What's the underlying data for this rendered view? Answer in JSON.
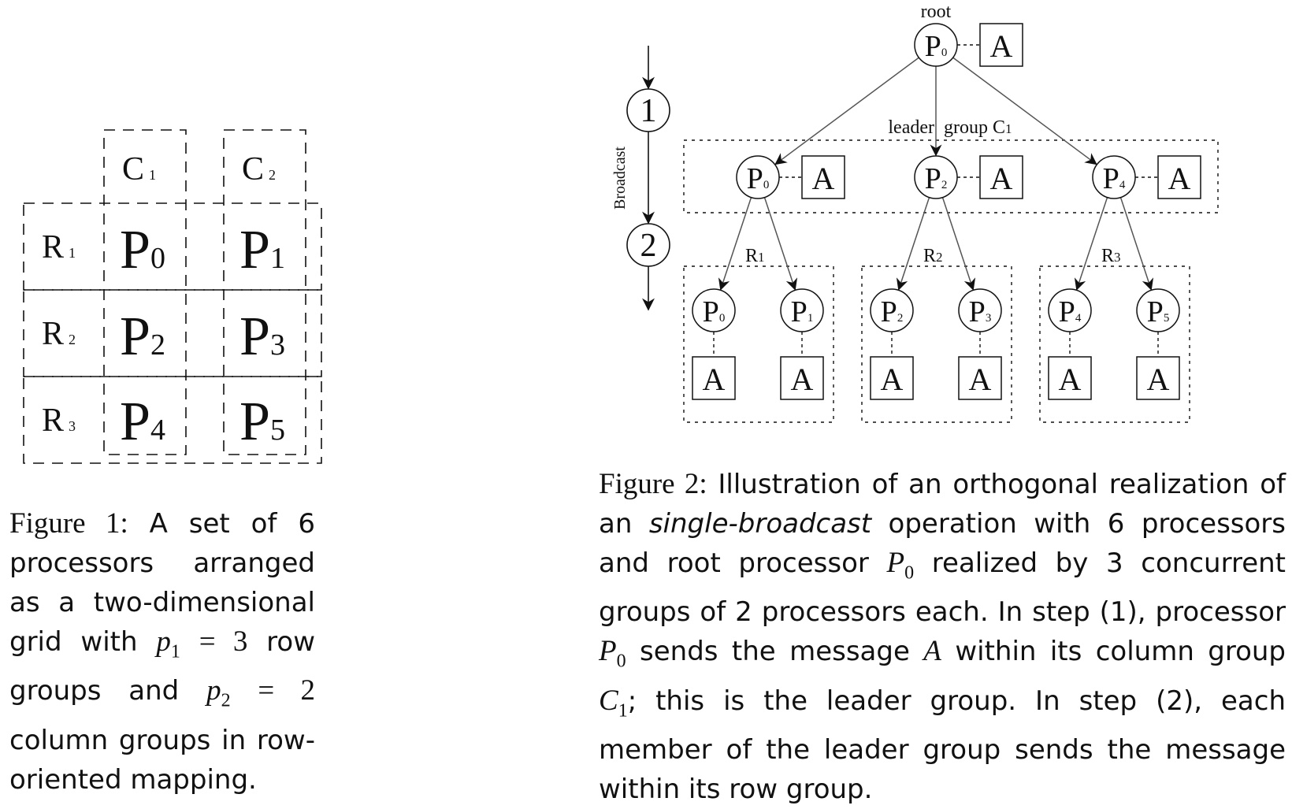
{
  "fig1": {
    "columns": [
      "C",
      "C"
    ],
    "column_subs": [
      "1",
      "2"
    ],
    "rows": [
      "R",
      "R",
      "R"
    ],
    "row_subs": [
      "1",
      "2",
      "3"
    ],
    "cells": [
      "P",
      "P",
      "P",
      "P",
      "P",
      "P"
    ],
    "cell_subs": [
      "0",
      "1",
      "2",
      "3",
      "4",
      "5"
    ],
    "caption": {
      "label": "Figure 1:",
      "t1": "A set of 6 processors arranged as a two-dimensional grid with",
      "m1": "p",
      "m1sub": "1",
      "eq1": "= 3",
      "t2": "row groups and",
      "m2": "p",
      "m2sub": "2",
      "eq2": "= 2",
      "t3": "column groups in row-oriented mapping."
    }
  },
  "fig2": {
    "root_label": "root",
    "root": {
      "name": "P",
      "sub": "0",
      "msg": "A"
    },
    "step1": "1",
    "step2": "2",
    "axis_label": "Broadcast",
    "leader_label": "leader",
    "group_label": "group C",
    "group_sub": "1",
    "leaders": [
      {
        "name": "P",
        "sub": "0",
        "msg": "A"
      },
      {
        "name": "P",
        "sub": "2",
        "msg": "A"
      },
      {
        "name": "P",
        "sub": "4",
        "msg": "A"
      }
    ],
    "row_groups": [
      {
        "label": "R",
        "sub": "1"
      },
      {
        "label": "R",
        "sub": "2"
      },
      {
        "label": "R",
        "sub": "3"
      }
    ],
    "members": [
      {
        "name": "P",
        "sub": "0",
        "msg": "A"
      },
      {
        "name": "P",
        "sub": "1",
        "msg": "A"
      },
      {
        "name": "P",
        "sub": "2",
        "msg": "A"
      },
      {
        "name": "P",
        "sub": "3",
        "msg": "A"
      },
      {
        "name": "P",
        "sub": "4",
        "msg": "A"
      },
      {
        "name": "P",
        "sub": "5",
        "msg": "A"
      }
    ],
    "caption": {
      "label": "Figure 2:",
      "t1": "Illustration of an orthogonal realization of an",
      "em": "single-broadcast",
      "t2": "operation with 6 processors and root processor",
      "m1": "P",
      "m1sub": "0",
      "t3": "realized by 3 concurrent groups of 2 processors each. In step (1), processor",
      "m2": "P",
      "m2sub": "0",
      "t4": "sends the message",
      "m3": "A",
      "t5": "within its column group",
      "m4": "C",
      "m4sub": "1",
      "t6": "; this is the leader group. In step (2), each member of the leader group sends the message within its row group."
    }
  }
}
